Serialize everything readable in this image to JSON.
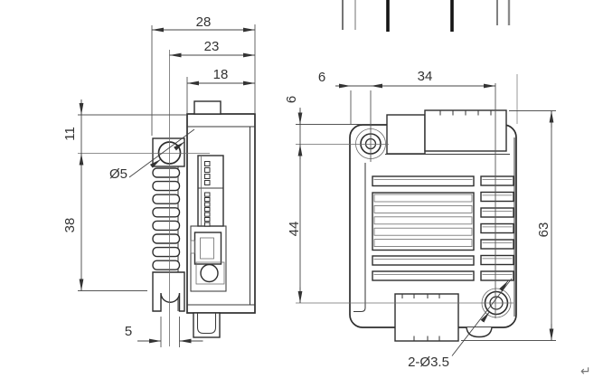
{
  "drawing": {
    "side_view": {
      "dim_overall_width": "28",
      "dim_hole_center_width": "23",
      "dim_body_width": "18",
      "dim_top_to_hole": "11",
      "dim_hole_to_bottom": "38",
      "dim_slot_width": "5",
      "hole_diameter_label": "Ø5"
    },
    "front_view": {
      "dim_left_edge_to_hole": "6",
      "dim_hole_spacing_horizontal": "34",
      "dim_top_edge_to_hole": "6",
      "dim_hole_spacing_vertical": "44",
      "dim_overall_height": "63",
      "mounting_holes_label": "2-Ø3.5"
    },
    "page_artifacts": {
      "return_mark": "↵"
    }
  }
}
